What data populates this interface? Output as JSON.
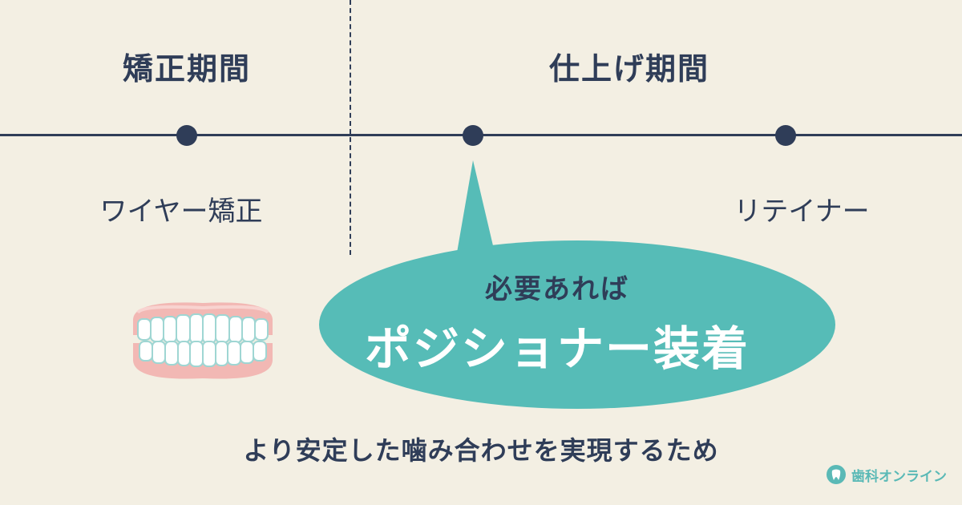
{
  "phases": {
    "correction": {
      "title": "矯正期間",
      "item": "ワイヤー矯正"
    },
    "finishing": {
      "title": "仕上げ期間",
      "item": "リテイナー"
    }
  },
  "callout": {
    "line1": "必要あれば",
    "line2": "ポジショナー装着"
  },
  "caption": "より安定した噛み合わせを実現するため",
  "brand": {
    "name": "歯科オンライン",
    "icon": "tooth-logo-icon"
  },
  "colors": {
    "background": "#f3efe3",
    "navy": "#2f3d58",
    "teal": "#56bcb7",
    "gum_pink": "#f2b8b4",
    "tooth": "#ffffff"
  }
}
